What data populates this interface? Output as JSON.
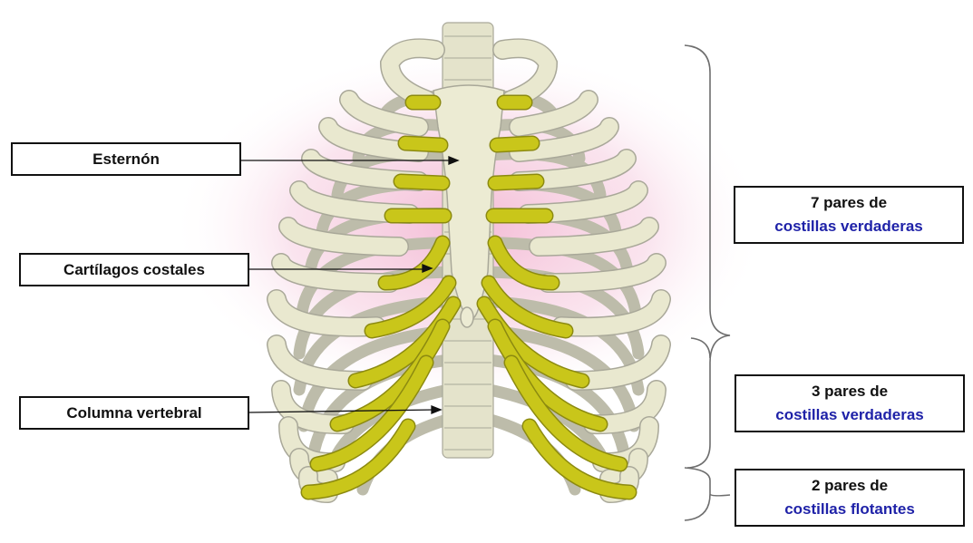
{
  "labels": {
    "sternum": "Esternón",
    "costal_cartilage": "Cartílagos costales",
    "spine": "Columna vertebral",
    "true_ribs": {
      "line1": "7 pares  de",
      "line2": "costillas verdaderas"
    },
    "false_ribs": {
      "line1": "3 pares  de",
      "line2": "costillas verdaderas"
    },
    "floating_ribs": {
      "line1": "2 pares  de",
      "line2": "costillas flotantes"
    }
  },
  "colors": {
    "bone": "#e9e8cf",
    "bone_outline": "#a9a899",
    "back_rib": "#bdbcaa",
    "cartilage": "#c9c61a",
    "cartilage_outline": "#8c8a10",
    "glow": "#f3b8d3",
    "label_accent": "#1f22a8"
  }
}
